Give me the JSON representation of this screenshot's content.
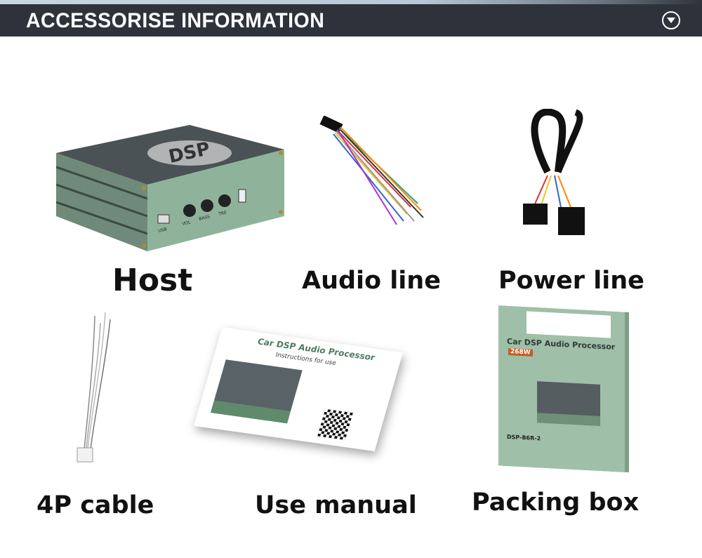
{
  "header": {
    "title": "ACCESSORISE INFORMATION",
    "toggle_icon": "chevron-down-circle-icon"
  },
  "items": [
    {
      "label": "Host",
      "device_logo": "DSP",
      "ports": [
        "VOL",
        "BASS",
        "TRE",
        "USB"
      ]
    },
    {
      "label": "Audio line"
    },
    {
      "label": "Power line"
    },
    {
      "label": "4P cable"
    },
    {
      "label": "Use manual",
      "manual_title": "Car DSP Audio Processor",
      "manual_subtitle": "Instructions for use"
    },
    {
      "label": "Packing box",
      "box_title": "Car DSP Audio Processor",
      "box_power": "268W",
      "box_model": "DSP-B6R-2"
    }
  ],
  "colors": {
    "header_bg": "#2e333b",
    "device_green": "#8fb39a",
    "device_top": "#4b5256"
  }
}
